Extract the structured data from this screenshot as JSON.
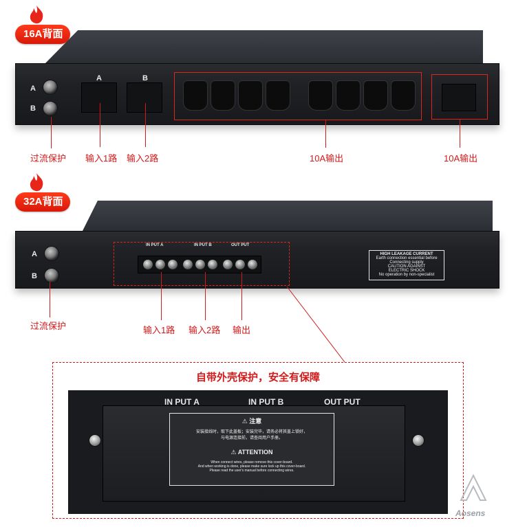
{
  "section16": {
    "badge": "16A背面",
    "port_a": "A",
    "port_b": "B",
    "input_a_label": "A",
    "input_b_label": "B",
    "callouts": {
      "overcurrent": "过流保护",
      "input1": "输入1路",
      "input2": "输入2路",
      "output10a_a": "10A输出",
      "output10a_b": "10A输出"
    }
  },
  "section32": {
    "badge": "32A背面",
    "port_a": "A",
    "port_b": "B",
    "terminal_headers": [
      "IN PUT A",
      "IN PUT B",
      "OUT PUT"
    ],
    "warning_title": "HIGH LEAKAGE CURRENT",
    "warning_lines": [
      "Earth connection essential before",
      "Connecting supply",
      "CAUTION AGAINST",
      "ELECTRIC SHOCK",
      "No operation by non-specialist"
    ],
    "callouts": {
      "overcurrent": "过流保护",
      "input1": "输入1路",
      "input2": "输入2路",
      "output": "输出"
    }
  },
  "zoom": {
    "title": "自带外壳保护，安全有保障",
    "headers": [
      "IN PUT A",
      "IN PUT B",
      "OUT PUT"
    ],
    "notice_cn_title": "注意",
    "notice_cn_line1": "安装接线时，取下此盖板；安装完毕，请务必将其盖上锁好，",
    "notice_cn_line2": "与电源连接前，请查阅用户手册。",
    "notice_en_title": "ATTENTION",
    "notice_en_line1": "When connect wires, please remove this cover-board.",
    "notice_en_line2": "And when working is done, please make sure lock up this cover-board.",
    "notice_en_line3": "Please read the user's manual before connecting wires."
  },
  "brand": {
    "name": "Aosens"
  },
  "colors": {
    "accent": "#d11b1b",
    "badge": "#e8251a",
    "chassis": "#1f2125"
  }
}
